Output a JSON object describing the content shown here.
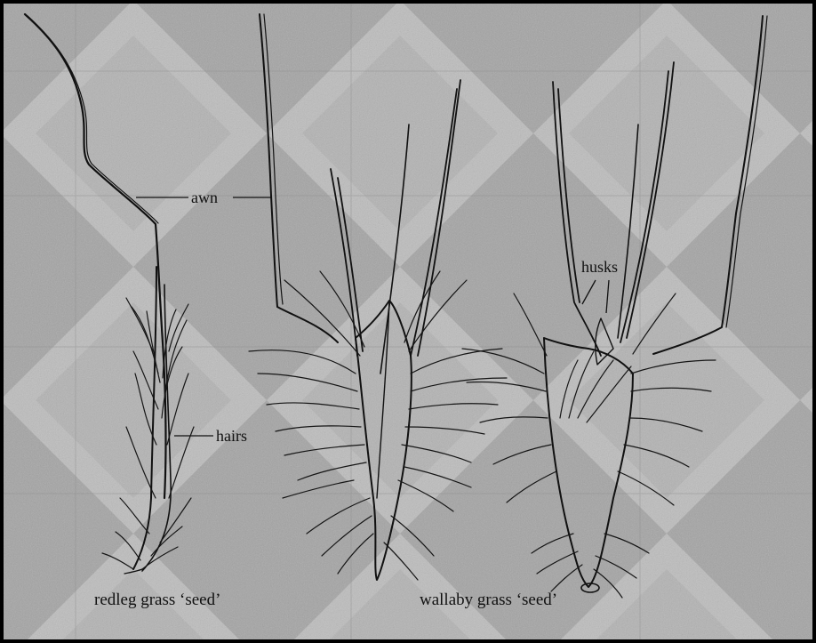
{
  "labels": {
    "awn": "awn",
    "hairs": "hairs",
    "husks": "husks"
  },
  "captions": {
    "redleg": "redleg grass ‘seed’",
    "wallaby": "wallaby grass ‘seed’"
  },
  "colors": {
    "background": "#a9a9a9",
    "ink": "#111111",
    "border": "#000000"
  }
}
